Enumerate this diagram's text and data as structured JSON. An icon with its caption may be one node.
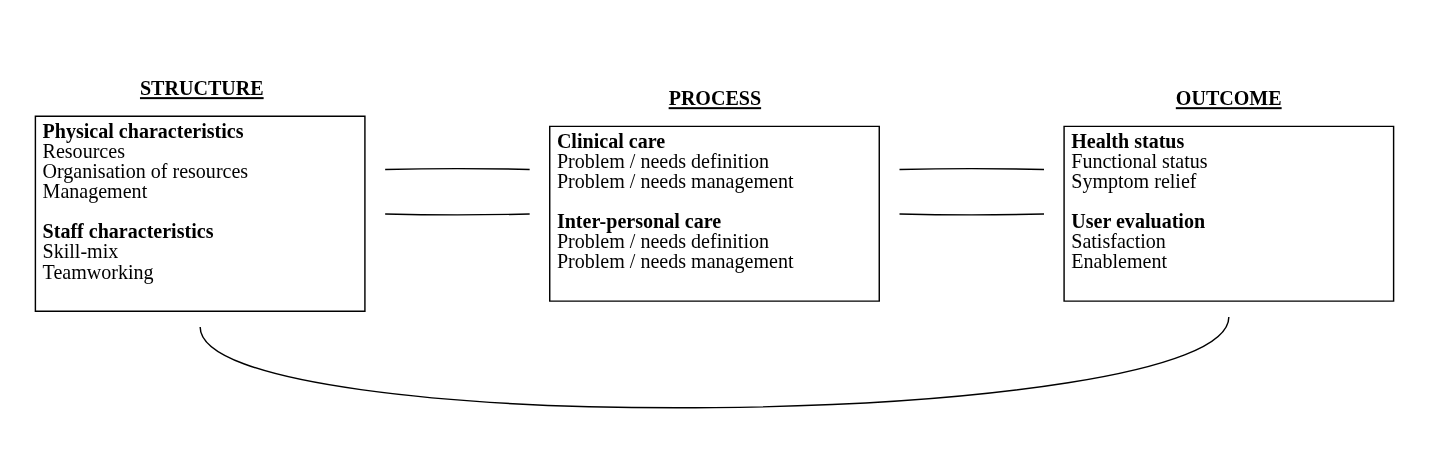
{
  "diagram": {
    "nodes": [
      {
        "text": [
          "STRUCTURE",
          "**Physical characteristics**",
          "Resources",
          "Organisation of resources",
          "Management",
          "**Staff characteristics**",
          "Skill-mix",
          "Teamworking"
        ]
      },
      {
        "text": [
          "PROCESS",
          "**Clinical care**",
          "Problem / needs definition",
          "Problem / needs management",
          "**Inter-personal care**",
          "Problem / needs definition",
          "Problem / needs management"
        ]
      },
      {
        "text": [
          "OUTCOME",
          "**Health status**",
          "Functional status",
          "Symptom relief",
          "**User evaluation**",
          "Satisfaction",
          "Enablement"
        ]
      }
    ],
    "edges": [
      {
        "from": 0,
        "to": 1,
        "arrow": "none"
      },
      {
        "from": 0,
        "to": 1,
        "arrow": "none"
      },
      {
        "from": 1,
        "to": 2,
        "arrow": "none"
      },
      {
        "from": 1,
        "to": 2,
        "arrow": "none"
      },
      {
        "from": 0,
        "to": 2,
        "arrow": "none"
      }
    ]
  }
}
